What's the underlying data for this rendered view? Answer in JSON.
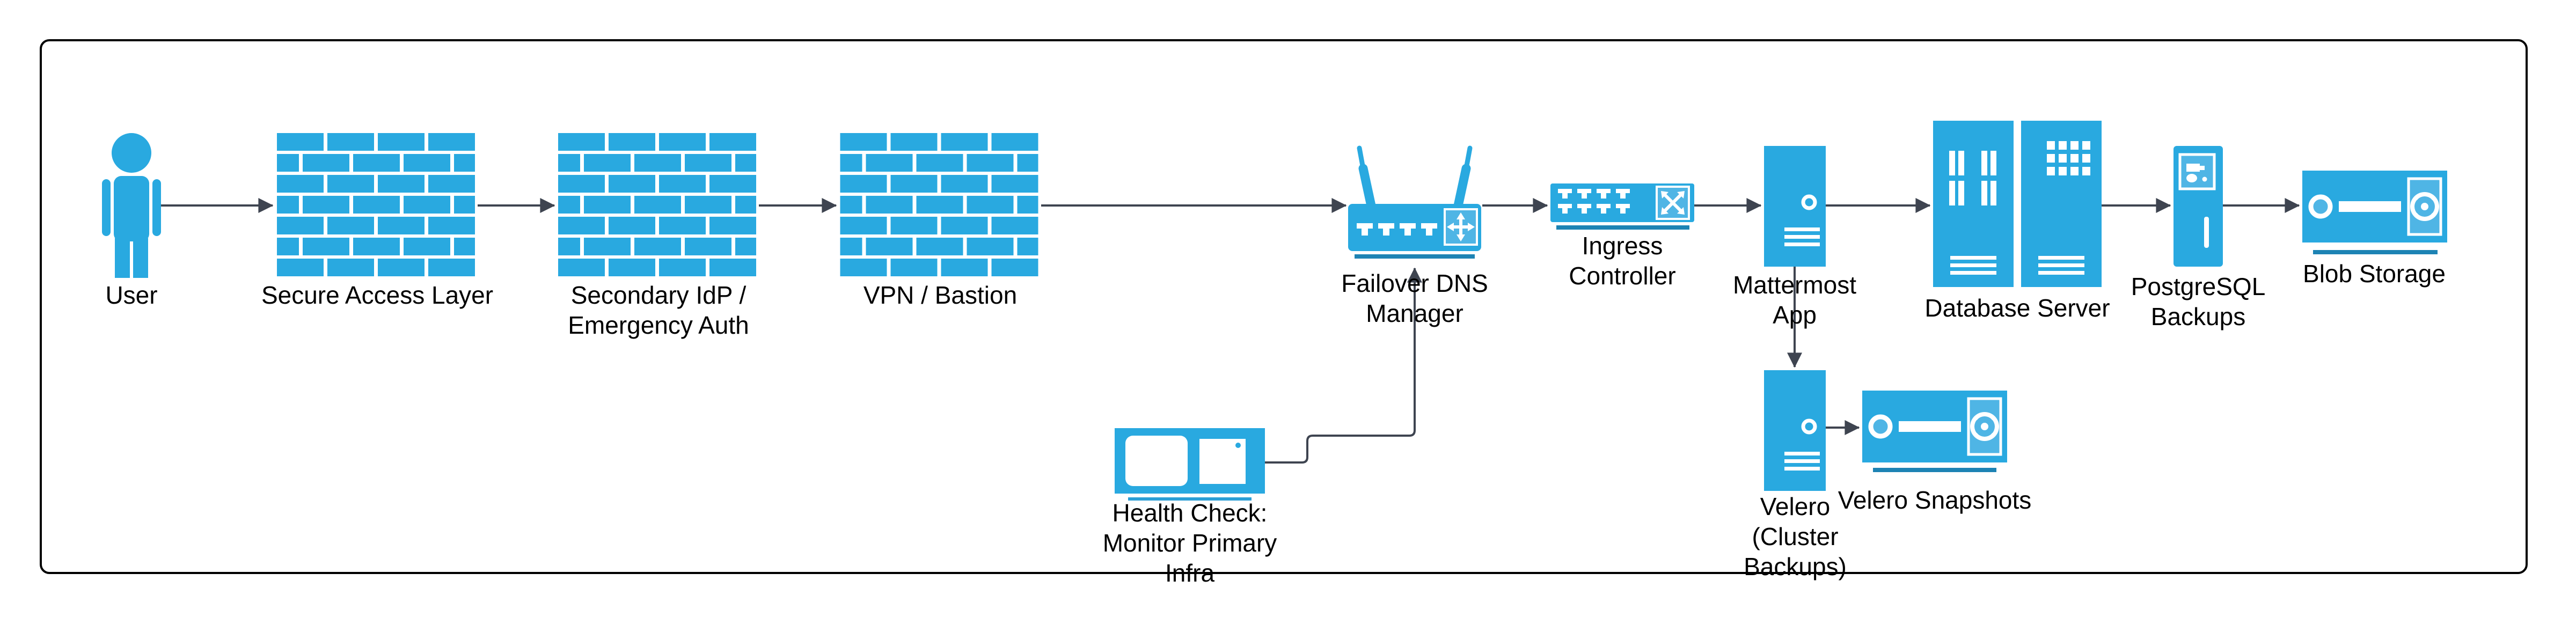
{
  "diagram": {
    "colors": {
      "node_blue": "#29a9e0",
      "node_blue_light": "#4fb5e5",
      "underline_blue": "#1d83b4",
      "underline_light": "#2d9fd6",
      "arrow": "#3e4450",
      "frame_border": "#000000",
      "background": "#ffffff",
      "text": "#000000"
    },
    "nodes": {
      "user": {
        "icon": "person-icon",
        "lines": [
          "User"
        ]
      },
      "secure_access": {
        "icon": "firewall-icon",
        "lines": [
          "Secure Access Layer"
        ]
      },
      "secondary_idp": {
        "icon": "firewall-icon",
        "lines": [
          "Secondary IdP /",
          "Emergency Auth"
        ]
      },
      "vpn_bastion": {
        "icon": "firewall-icon",
        "lines": [
          "VPN / Bastion"
        ]
      },
      "failover_dns": {
        "icon": "wireless-router-icon",
        "lines": [
          "Failover DNS",
          "Manager"
        ]
      },
      "ingress": {
        "icon": "network-switch-icon",
        "lines": [
          "Ingress",
          "Controller"
        ]
      },
      "mattermost": {
        "icon": "server-tower-icon",
        "lines": [
          "Mattermost",
          "App"
        ]
      },
      "database": {
        "icon": "server-rack-icon",
        "lines": [
          "Database Server"
        ]
      },
      "pg_backups": {
        "icon": "backup-server-icon",
        "lines": [
          "PostgreSQL",
          "Backups"
        ]
      },
      "blob": {
        "icon": "storage-appliance-icon",
        "lines": [
          "Blob Storage"
        ]
      },
      "health_check": {
        "icon": "workstation-icon",
        "lines": [
          "Health Check:",
          "Monitor Primary",
          "Infra"
        ]
      },
      "velero": {
        "icon": "server-tower-icon",
        "lines": [
          "Velero",
          "(Cluster",
          "Backups)"
        ]
      },
      "velero_snapshots": {
        "icon": "storage-appliance-icon",
        "lines": [
          "Velero Snapshots"
        ]
      }
    },
    "connections": [
      {
        "from": "user",
        "to": "secure_access"
      },
      {
        "from": "secure_access",
        "to": "secondary_idp"
      },
      {
        "from": "secondary_idp",
        "to": "vpn_bastion"
      },
      {
        "from": "vpn_bastion",
        "to": "failover_dns"
      },
      {
        "from": "failover_dns",
        "to": "ingress"
      },
      {
        "from": "ingress",
        "to": "mattermost"
      },
      {
        "from": "mattermost",
        "to": "database"
      },
      {
        "from": "database",
        "to": "pg_backups"
      },
      {
        "from": "pg_backups",
        "to": "blob"
      },
      {
        "from": "mattermost",
        "to": "velero"
      },
      {
        "from": "velero",
        "to": "velero_snapshots"
      },
      {
        "from": "health_check",
        "to": "failover_dns"
      }
    ]
  }
}
